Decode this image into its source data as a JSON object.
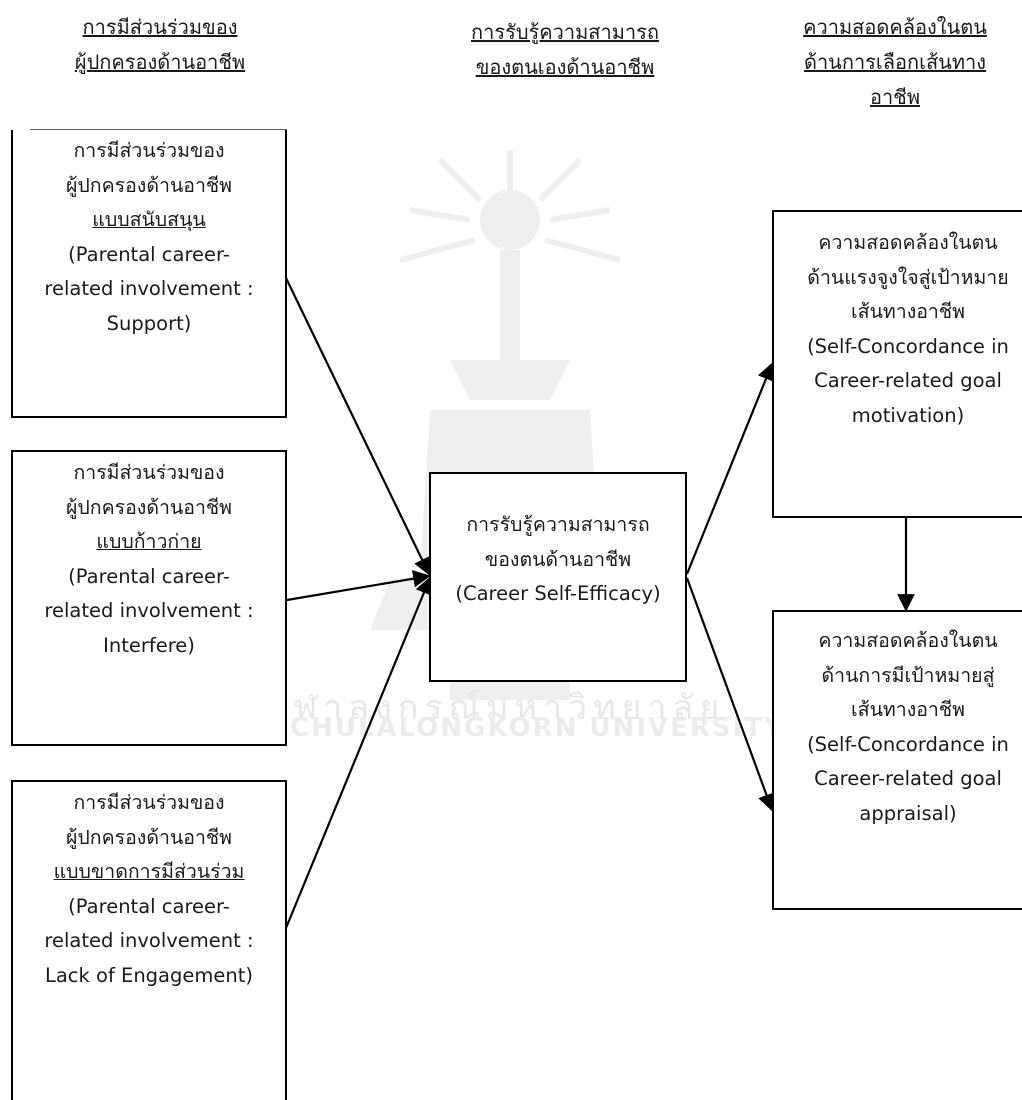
{
  "headers": {
    "left": [
      "การมีส่วนร่วมของ",
      "ผู้ปกครองด้านอาชีพ"
    ],
    "middle": [
      "การรับรู้ความสามารถ",
      "ของตนเองด้านอาชีพ"
    ],
    "right": [
      "ความสอดคล้องในตน",
      "ด้านการเลือกเส้นทาง",
      "อาชีพ"
    ]
  },
  "boxes": {
    "support": [
      "การมีส่วนร่วมของ",
      "ผู้ปกครองด้านอาชีพ",
      "แบบสนับสนุน",
      "(Parental career-",
      "related involvement :",
      "Support)"
    ],
    "interfere": [
      "การมีส่วนร่วมของ",
      "ผู้ปกครองด้านอาชีพ",
      "แบบก้าวก่าย",
      "(Parental career-",
      "related involvement :",
      "Interfere)"
    ],
    "lack": [
      "การมีส่วนร่วมของ",
      "ผู้ปกครองด้านอาชีพ",
      "แบบขาดการมีส่วนร่วม",
      "(Parental career-",
      "related involvement :",
      "Lack of Engagement)"
    ],
    "efficacy": [
      "การรับรู้ความสามารถ",
      "ของตนด้านอาชีพ",
      "(Career Self-Efficacy)"
    ],
    "motivation": [
      "ความสอดคล้องในตน",
      "ด้านแรงจูงใจสู่เป้าหมาย",
      "เส้นทางอาชีพ",
      "(Self-Concordance in",
      "Career-related goal",
      "motivation)"
    ],
    "appraisal": [
      "ความสอดคล้องในตน",
      "ด้านการมีเป้าหมายสู่",
      "เส้นทางอาชีพ",
      "(Self-Concordance in",
      "Career-related goal",
      "appraisal)"
    ]
  },
  "watermark": {
    "thai": "จุฬาลงกรณ์มหาวิทยาลัย",
    "english": "CHULALONGKORN UNIVERSITY"
  }
}
